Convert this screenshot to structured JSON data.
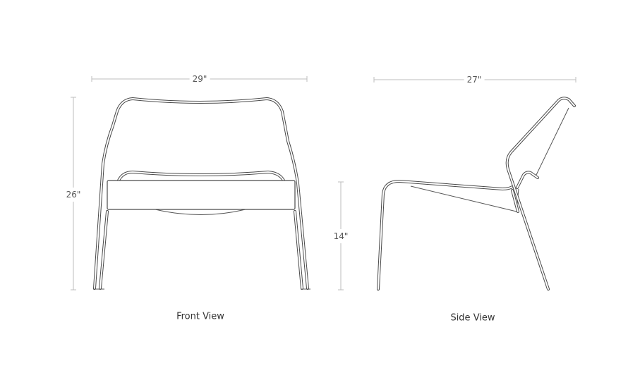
{
  "front_view": {
    "caption": "Front View",
    "width_label": "29\"",
    "height_label": "26\""
  },
  "side_view": {
    "caption": "Side View",
    "depth_label": "27\"",
    "seat_height_label": "14\""
  },
  "colors": {
    "line": "#4a4a4a",
    "dimension": "#bdbdbd"
  }
}
